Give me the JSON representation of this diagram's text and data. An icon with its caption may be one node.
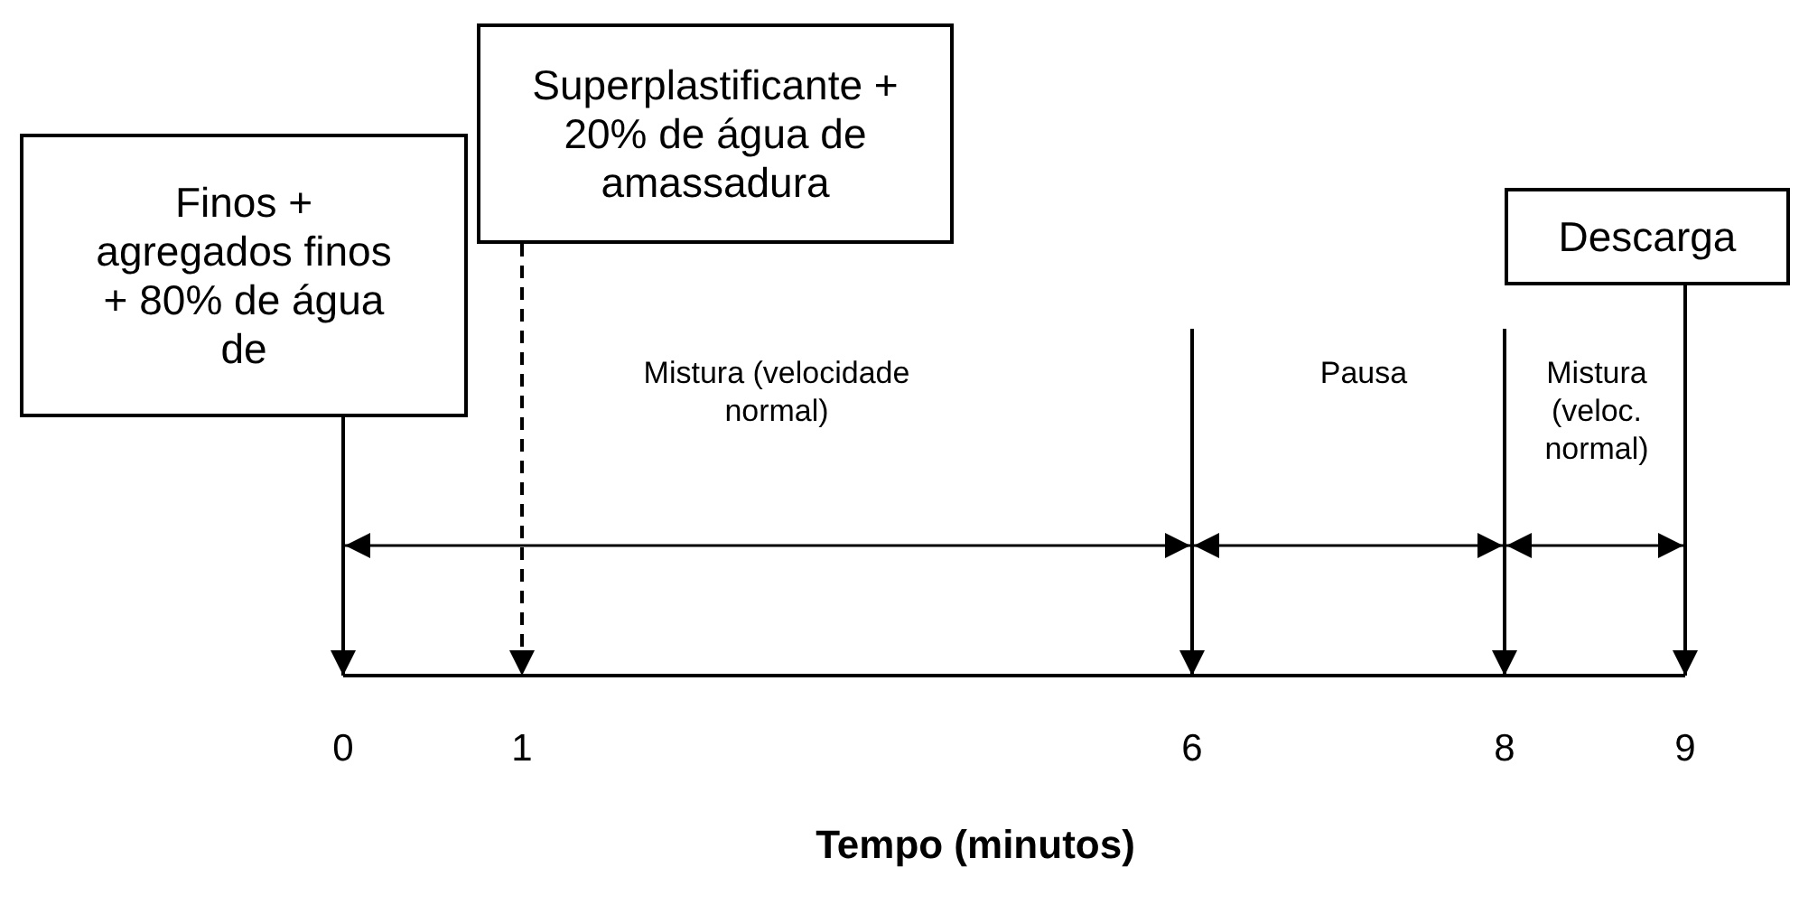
{
  "diagram": {
    "nodes": [
      {
        "text": [
          "Finos + agregados finos + 80% de água de"
        ]
      },
      {
        "text": [
          "Superplastificante + 20% de água de amassadura"
        ]
      },
      {
        "text": [
          "Descarga"
        ]
      }
    ],
    "edges": [
      {
        "from": 0,
        "to": null,
        "arrow": "to"
      },
      {
        "from": 1,
        "to": null,
        "arrow": "to",
        "style": "dashed"
      },
      {
        "from": 2,
        "to": null,
        "arrow": "to"
      }
    ],
    "labels": [
      "Mistura (velocidade normal)",
      "Pausa",
      "Mistura (veloc. normal)",
      "0",
      "1",
      "6",
      "8",
      "9",
      "Tempo (minutos)"
    ]
  }
}
